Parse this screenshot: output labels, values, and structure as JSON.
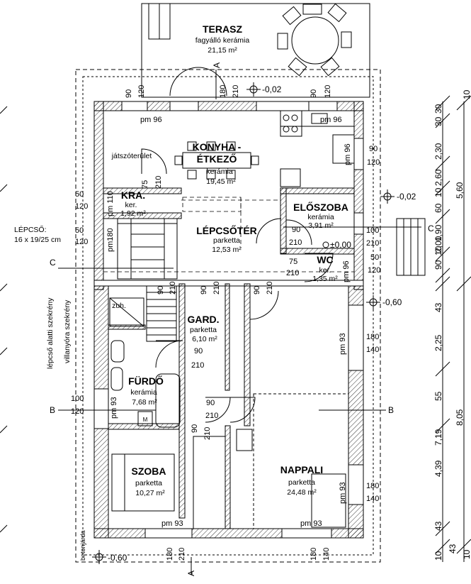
{
  "rooms": {
    "terasz": {
      "name": "TERASZ",
      "material": "fagyálló kerámia",
      "area": "21,15 m²"
    },
    "konyha": {
      "name1": "KONYHA -",
      "name2": "ÉTKEZŐ",
      "material": "kerámia",
      "area": "19,45 m²",
      "note": "játszóterület"
    },
    "kra": {
      "name": "KRA.",
      "material": "ker.",
      "area": "1,92 m²"
    },
    "eloszoba": {
      "name": "ELŐSZOBA",
      "material": "kerámia",
      "area": "3,91 m²"
    },
    "lepcsoter": {
      "name": "LÉPCSŐTÉR",
      "material": "parketta",
      "area": "12,53 m²"
    },
    "wc": {
      "name": "WC",
      "material": "ker.",
      "area": "1,35 m²"
    },
    "gard": {
      "name": "GARD.",
      "material": "parketta",
      "area": "6,10 m²"
    },
    "furdo": {
      "name": "FÜRDŐ",
      "material": "kerámia",
      "area": "7,68 m²",
      "zuh": "zuh.",
      "m": "M"
    },
    "szoba": {
      "name": "SZOBA",
      "material": "parketta",
      "area": "10,27 m²"
    },
    "nappali": {
      "name": "NAPPALI",
      "material": "parketta",
      "area": "24,48 m²"
    }
  },
  "notes": {
    "lepcso1": "LÉPCSŐ:",
    "lepcso2": "16 x 19/25 cm",
    "szekreny1": "lépcső alatti szekrény",
    "szekreny2": "villanyóra szekrény",
    "betonjarda": "betonjárda"
  },
  "levels": {
    "top": "-0,02",
    "right": "-0,02",
    "right2": "-0,60",
    "bottom": "-0,60",
    "eloszoba": "±0,00"
  },
  "sections": {
    "a": "A",
    "b": "B",
    "c": "C"
  },
  "dims": {
    "d90": "90",
    "d120": "120",
    "d180": "180",
    "d210": "210",
    "d50": "50",
    "d75": "75",
    "d100": "100",
    "d140": "140",
    "d93": "93",
    "pm96": "pm 96",
    "pm93": "pm 93",
    "pm110": "pm 110",
    "pm180": "pm180"
  },
  "right_dims": {
    "r30a": "30",
    "r30b": "30",
    "r230": "2,30",
    "r260": "2,60",
    "r10": "10",
    "r560": "5,60",
    "r60": "60",
    "r190": "1,90",
    "r200": "2,00",
    "r90": "90",
    "r43a": "43",
    "r225": "2,25",
    "r55": "55",
    "r719": "7,19",
    "r805": "8,05",
    "r439": "4,39",
    "r43b": "43",
    "r10b": "10",
    "r43c": "43",
    "r10c": "10"
  }
}
